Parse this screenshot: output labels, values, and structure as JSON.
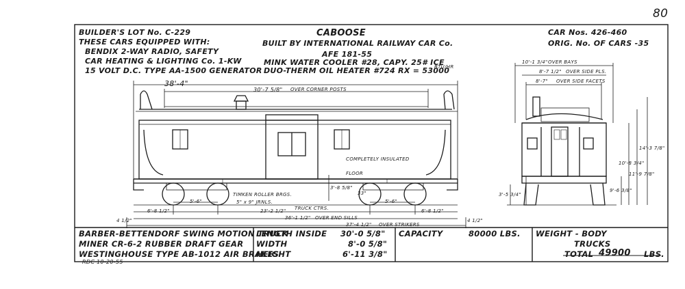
{
  "page_number": "80",
  "builders_lot": "BUILDER'S LOT No. C-229",
  "equipment_lines": [
    "THESE CARS EQUIPPED WITH:",
    "BENDIX 2-WAY RADIO, SAFETY",
    "CAR HEATING & LIGHTING Co. 1-KW",
    "15 VOLT D.C. TYPE AA-1500 GENERATOR"
  ],
  "title": "CABOOSE",
  "builder": "BUILT BY INTERNATIONAL RAILWAY CAR Co.",
  "afe": "AFE 181-55",
  "water_cooler": "MINK WATER COOLER #28, CAPY. 25# ICE",
  "oil_heater": "DUO-THERM OIL HEATER #724 RX = 53000",
  "btu_unit": "BTU/HR",
  "car_nos": "CAR Nos. 426-460",
  "orig_no": "ORIG. No. OF CARS -35",
  "side_labels": {
    "overall_top": "38'-4\"",
    "over_corner_posts_value": "30'-7 5/8\"",
    "over_corner_posts_label": "OVER CORNER POSTS",
    "completely_insulated": "COMPLETELY INSULATED",
    "floor": "FLOOR",
    "timken": "TIMKEN ROLLER BRGS.",
    "journals": "5\" x 9\" JRNLS.",
    "axle_left": "5'-6\"",
    "axle_right": "5'-6\"",
    "wheel_dia": "33\"",
    "coupler_height": "3'-8 5/8\"",
    "truck_ctrs_value": "23'-2 1/2\"",
    "truck_ctrs_label": "TRUCK CTRS.",
    "overhang_left": "6'-8 1/2\"",
    "overhang_right": "6'-8 1/2\"",
    "over_end_sills_value": "36'-1 1/2\"",
    "over_end_sills_label": "OVER END SILLS",
    "over_strikers_value": "37'-4 1/2\"",
    "over_strikers_label": "OVER STRIKERS",
    "end_left": "4 1/2\"",
    "end_right": "4 1/2\""
  },
  "end_labels": {
    "over_bays_value": "10'-1 3/4\"",
    "over_bays_label": "OVER BAYS",
    "over_side_plates_value": "8'-7 1/2\"",
    "over_side_plates_label": "OVER SIDE PLS.",
    "over_side_facets_value": "8'-7\"",
    "over_side_facets_label": "OVER SIDE FACETS",
    "rail_clearance": "3'-5 3/4\"",
    "h_9_6": "9'-6 3/8\"",
    "h_10_8": "10'-8 3/4\"",
    "h_11_9": "11'-9 7/8\"",
    "h_14_3": "14'-3 7/8\""
  },
  "specs": {
    "truck": "BARBER-BETTENDORF SWING MOTION TRUCK",
    "draft_gear": "MINER CR-6-2 RUBBER DRAFT GEAR",
    "air_brakes": "WESTINGHOUSE TYPE AB-1012 AIR BRAKES",
    "length_label": "LENGTH  INSIDE",
    "length_value": "30'-0 5/8\"",
    "width_label": "WIDTH",
    "width_value": "8'-0 5/8\"",
    "height_label": "HEIGHT",
    "height_value": "6'-11 3/8\"",
    "capacity_label": "CAPACITY",
    "capacity_value": "80000  LBS.",
    "weight_body": "WEIGHT - BODY",
    "weight_trucks": "TRUCKS",
    "total_label": "TOTAL",
    "total_value": "49900",
    "total_unit": "LBS."
  },
  "drawing_ref": "RDC  10-20-55"
}
